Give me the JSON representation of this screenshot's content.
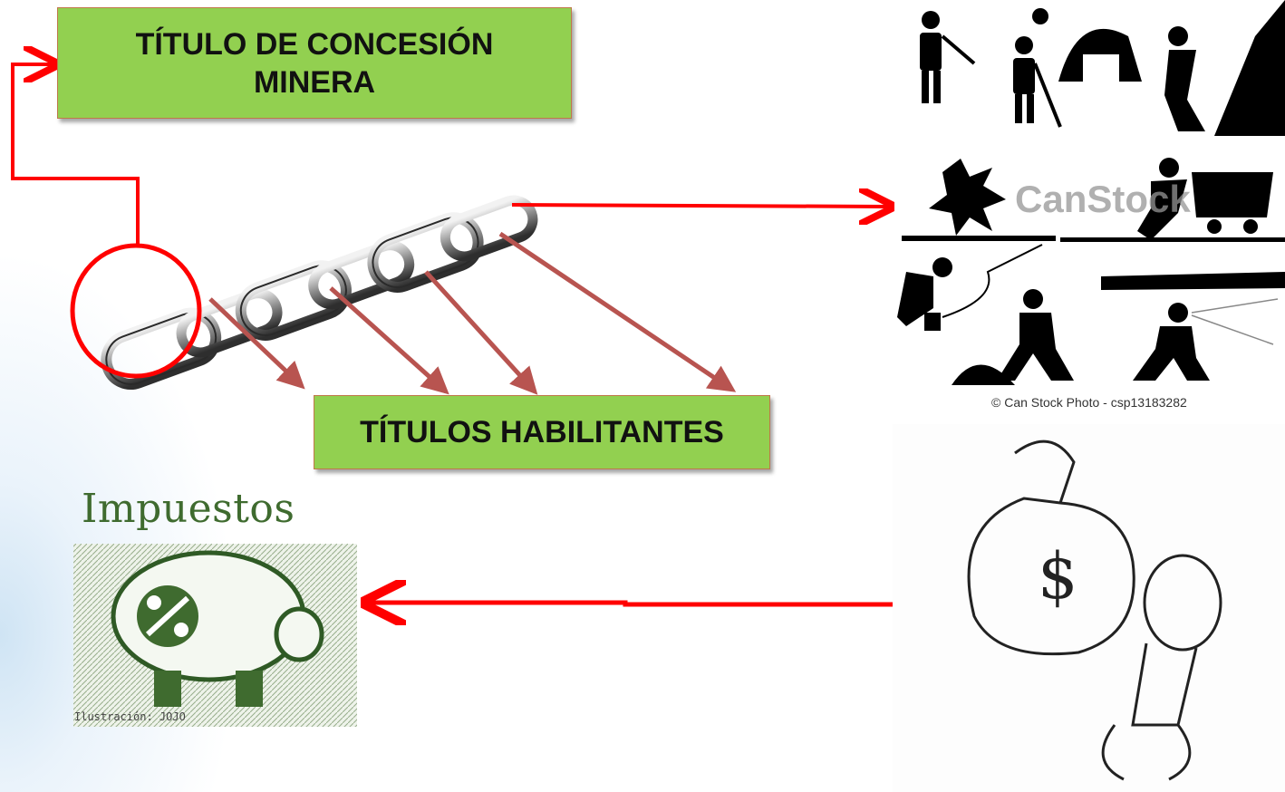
{
  "boxes": {
    "concession_title": "TÍTULO DE CONCESIÓN MINERA",
    "enabling_titles": "TÍTULOS HABILITANTES"
  },
  "images": {
    "taxes_title": "Impuestos",
    "taxes_credit": "Ilustración: JOJO",
    "mining_watermark": "CanStock",
    "mining_credit": "© Can Stock Photo - csp13183282"
  },
  "colors": {
    "box_fill": "#92d050",
    "box_border": "#c0784a",
    "bright_arrow": "#ff0000",
    "muted_arrow": "#b85450",
    "taxes_green": "#3f6b2f"
  },
  "icons": [
    "chain-icon",
    "miners-pictogram-icon",
    "piggy-bank-icon",
    "money-bag-carrier-icon"
  ]
}
